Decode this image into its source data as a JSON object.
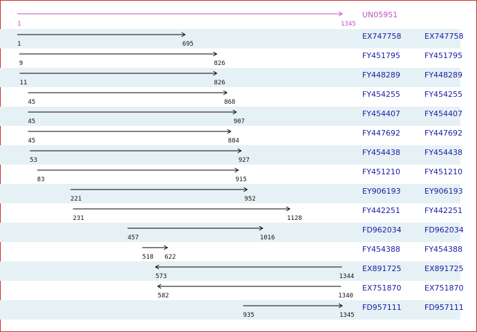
{
  "reference": {
    "label": "UN05951",
    "start": 1,
    "end": 1345,
    "start_label": "1",
    "end_label": "1345",
    "color": "#c04fc0"
  },
  "scale": {
    "min": 1,
    "max": 1345
  },
  "colors": {
    "row_shade": "#e6f1f5",
    "accession_link": "#1a1aa6",
    "arrow": "#000000",
    "frame_border": "#c8302a"
  },
  "alignments": [
    {
      "acc": "EX747758",
      "acc2": "EX747758",
      "start": 1,
      "end": 695,
      "start_label": "1",
      "end_label": "695",
      "dir": "forward"
    },
    {
      "acc": "FY451795",
      "acc2": "FY451795",
      "start": 9,
      "end": 826,
      "start_label": "9",
      "end_label": "826",
      "dir": "forward"
    },
    {
      "acc": "FY448289",
      "acc2": "FY448289",
      "start": 11,
      "end": 826,
      "start_label": "11",
      "end_label": "826",
      "dir": "forward"
    },
    {
      "acc": "FY454255",
      "acc2": "FY454255",
      "start": 45,
      "end": 868,
      "start_label": "45",
      "end_label": "868",
      "dir": "forward"
    },
    {
      "acc": "FY454407",
      "acc2": "FY454407",
      "start": 45,
      "end": 907,
      "start_label": "45",
      "end_label": "907",
      "dir": "forward"
    },
    {
      "acc": "FY447692",
      "acc2": "FY447692",
      "start": 45,
      "end": 884,
      "start_label": "45",
      "end_label": "884",
      "dir": "forward"
    },
    {
      "acc": "FY454438",
      "acc2": "FY454438",
      "start": 53,
      "end": 927,
      "start_label": "53",
      "end_label": "927",
      "dir": "forward"
    },
    {
      "acc": "FY451210",
      "acc2": "FY451210",
      "start": 83,
      "end": 915,
      "start_label": "83",
      "end_label": "915",
      "dir": "forward"
    },
    {
      "acc": "EY906193",
      "acc2": "EY906193",
      "start": 221,
      "end": 952,
      "start_label": "221",
      "end_label": "952",
      "dir": "forward"
    },
    {
      "acc": "FY442251",
      "acc2": "FY442251",
      "start": 231,
      "end": 1128,
      "start_label": "231",
      "end_label": "1128",
      "dir": "forward"
    },
    {
      "acc": "FD962034",
      "acc2": "FD962034",
      "start": 457,
      "end": 1016,
      "start_label": "457",
      "end_label": "1016",
      "dir": "forward"
    },
    {
      "acc": "FY454388",
      "acc2": "FY454388",
      "start": 518,
      "end": 622,
      "start_label": "518",
      "end_label": "622",
      "dir": "forward"
    },
    {
      "acc": "EX891725",
      "acc2": "EX891725",
      "start": 573,
      "end": 1344,
      "start_label": "573",
      "end_label": "1344",
      "dir": "reverse"
    },
    {
      "acc": "EX751870",
      "acc2": "EX751870",
      "start": 582,
      "end": 1340,
      "start_label": "582",
      "end_label": "1340",
      "dir": "reverse"
    },
    {
      "acc": "FD957111",
      "acc2": "FD957111",
      "start": 935,
      "end": 1345,
      "start_label": "935",
      "end_label": "1345",
      "dir": "forward"
    }
  ]
}
